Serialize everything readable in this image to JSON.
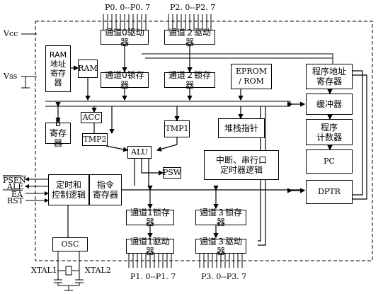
{
  "ports_top": {
    "p0": "P0. 0--P0. 7",
    "p2": "P2. 0--P2. 7"
  },
  "ports_bottom": {
    "p1": "P1. 0--P1. 7",
    "p3": "P3. 0--P3. 7"
  },
  "power": {
    "vcc": "Vcc",
    "vss": "Vss"
  },
  "signals": {
    "psen": "PSEN",
    "ale": "ALE",
    "ea": "EA",
    "rst": "RST",
    "xtal1": "XTAL1",
    "xtal2": "XTAL2"
  },
  "blocks": {
    "ch0_driver_top": "通道0驱动器",
    "ch2_driver_top": "通道２驱动器",
    "ram_addr_reg": "RAM\n地址\n寄存\n器",
    "ram": "RAM",
    "ch0_latch": "通道0锁存器",
    "ch2_latch": "通道２锁存器",
    "eprom": "EPROM\n/ ROM",
    "pc_addr_reg": "程序地址\n寄存器",
    "buffer": "缓冲器",
    "prog_counter": "程序\n计数器",
    "pc": "PC",
    "dptr": "DPTR",
    "acc": "ACC",
    "b_reg": "B\n寄存器",
    "tmp2": "TMP2",
    "tmp1": "TMP1",
    "stack_ptr": "堆栈指针",
    "alu": "ALU",
    "psw": "PSW",
    "interrupt": "中断、串行口\n定时器逻辑",
    "timing_logic": "定时和\n控制逻辑",
    "instr_reg": "指令\n寄存器",
    "ch1_latch": "通道1锁存器",
    "ch3_latch": "通道３锁存器",
    "osc": "OSC",
    "ch1_driver": "通道1驱动器",
    "ch3_driver": "通道３驱动器"
  }
}
